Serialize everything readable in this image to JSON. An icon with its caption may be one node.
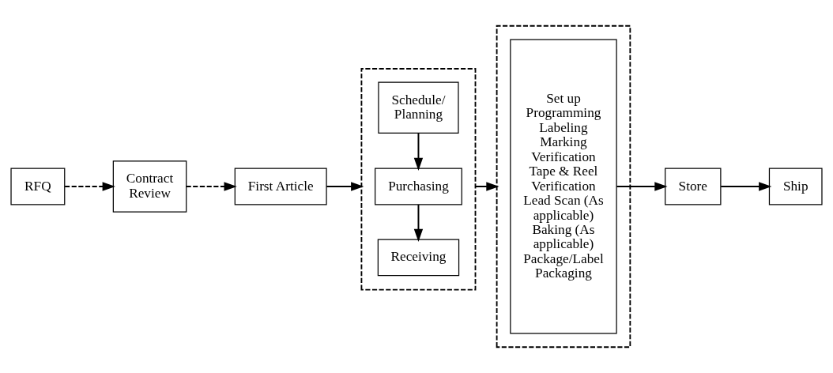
{
  "diagram": {
    "nodes": [
      {
        "text": [
          "RFQ"
        ]
      },
      {
        "text": [
          "Contract Review"
        ]
      },
      {
        "text": [
          "First Article"
        ]
      },
      {
        "text": [],
        "shape": "box"
      },
      {
        "text": [
          "Schedule/ Planning"
        ],
        "in": 3
      },
      {
        "text": [
          "Purchasing"
        ],
        "in": 3
      },
      {
        "text": [
          "Receiving"
        ],
        "in": 3
      },
      {
        "text": [],
        "shape": "box"
      },
      {
        "text": [
          "Set up Programming Labeling Marking Verification Tape & Reel Verification Lead Scan (As applicable) Baking (As applicable) Package/Label Packaging"
        ],
        "in": 7
      },
      {
        "text": [
          "Store"
        ]
      },
      {
        "text": [
          "Ship"
        ]
      }
    ],
    "edges": [
      {
        "from": 0,
        "to": 1,
        "arrow": "to",
        "style": "dashed"
      },
      {
        "from": 1,
        "to": 2,
        "arrow": "to",
        "style": "dashed"
      },
      {
        "from": 2,
        "to": 3,
        "arrow": "to"
      },
      {
        "from": 4,
        "to": 5,
        "arrow": "to"
      },
      {
        "from": 5,
        "to": 6,
        "arrow": "to"
      },
      {
        "from": 3,
        "to": 7,
        "arrow": "to"
      },
      {
        "from": 8,
        "to": 9,
        "arrow": "to"
      },
      {
        "from": 9,
        "to": 10,
        "arrow": "to"
      }
    ]
  }
}
